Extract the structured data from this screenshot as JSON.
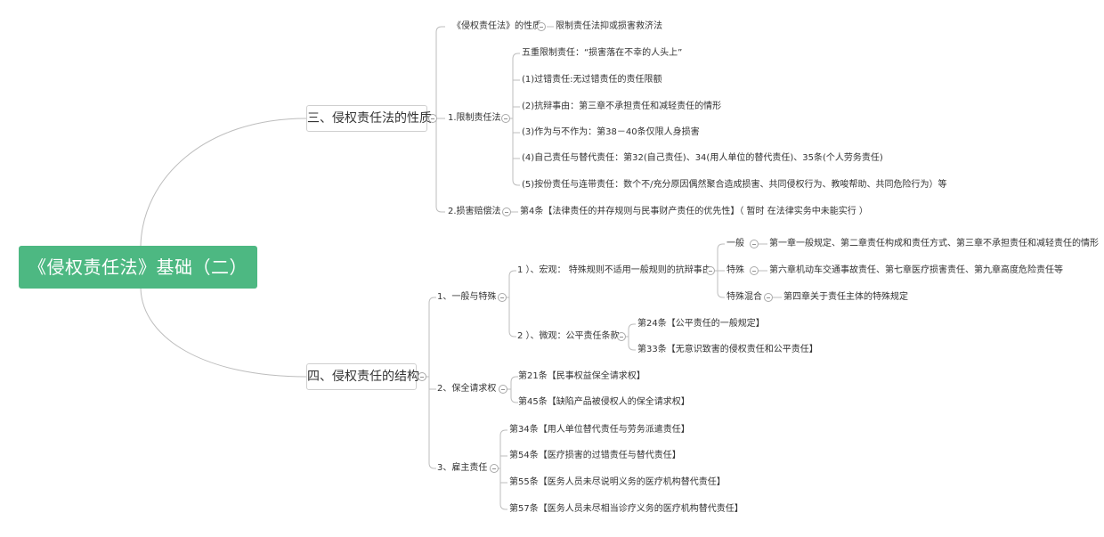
{
  "root": {
    "title": "《侵权责任法》基础（二）"
  },
  "section3": {
    "title": "三、侵权责任法的性质",
    "nature": {
      "label": "《侵权责任法》的性质",
      "child": "限制责任法抑或损害救济法"
    },
    "limit_law": {
      "label": "1.限制责任法",
      "items": [
        "五重限制责任：“损害落在不幸的人头上”",
        "(1)过错责任:无过错责任的责任限额",
        "(2)抗辩事由：第三章不承担责任和减轻责任的情形",
        "(3)作为与不作为：第38－40条仅限人身损害",
        "(4)自己责任与替代责任：第32(自己责任)、34(用人单位的替代责任)、35条(个人劳务责任)",
        "(5)按份责任与连带责任：数个不/充分原因偶然聚合造成损害、共同侵权行为、教唆帮助、共同危险行为）等"
      ]
    },
    "compensation_law": {
      "label": "2.损害赔偿法",
      "child": "第4条【法律责任的并存规则与民事财产责任的优先性】（ 暂时 在法律实务中未能实行 ）"
    }
  },
  "section4": {
    "title": "四、侵权责任的结构",
    "general_special": {
      "label": "1、一般与特殊",
      "macro": {
        "label": "1 ）、宏观： 特殊规则不适用一般规则的抗辩事由",
        "items": [
          {
            "label": "一般",
            "detail": "第一章一般规定、第二章责任构成和责任方式、第三章不承担责任和减轻责任的情形"
          },
          {
            "label": "特殊",
            "detail": "第六章机动车交通事故责任、第七章医疗损害责任、第九章高度危险责任等"
          },
          {
            "label": "特殊混合",
            "detail": "第四章关于责任主体的特殊规定"
          }
        ]
      },
      "micro": {
        "label": "2 ）、微观：公平责任条款",
        "items": [
          "第24条【公平责任的一般规定】",
          "第33条【无意识致害的侵权责任和公平责任】"
        ]
      }
    },
    "preservation": {
      "label": "2、保全请求权",
      "items": [
        "第21条【民事权益保全请求权】",
        "第45条【缺陷产品被侵权人的保全请求权】"
      ]
    },
    "employer": {
      "label": "3、雇主责任",
      "items": [
        "第34条【用人单位替代责任与劳务派遣责任】",
        "第54条【医疗损害的过错责任与替代责任】",
        "第55条【医务人员未尽说明义务的医疗机构替代责任】",
        "第57条【医务人员未尽相当诊疗义务的医疗机构替代责任】"
      ]
    }
  }
}
